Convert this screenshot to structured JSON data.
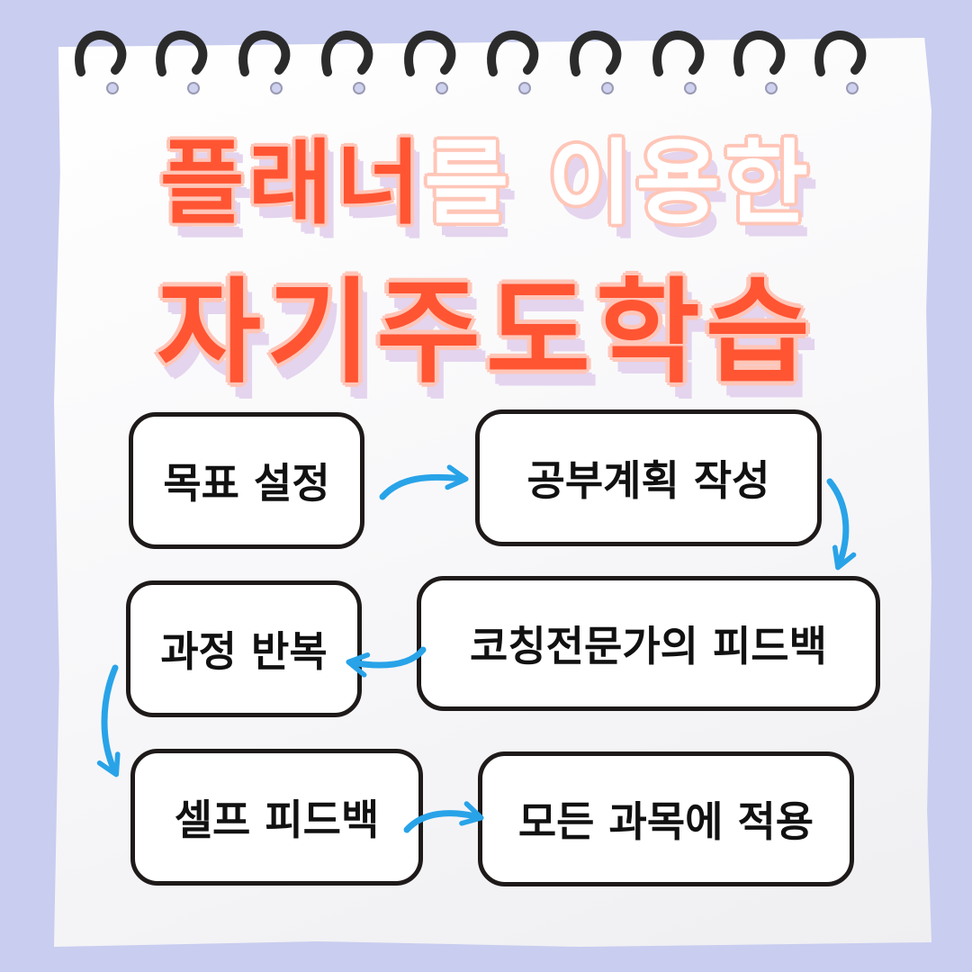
{
  "title": {
    "line1_part_a": "플래너",
    "line1_part_b": "를 이용한",
    "line2": "자기주도학습"
  },
  "steps": [
    {
      "label": "목표 설정"
    },
    {
      "label": "공부계획 작성"
    },
    {
      "label": "코칭전문가의 피드백"
    },
    {
      "label": "과정 반복"
    },
    {
      "label": "셀프 피드백"
    },
    {
      "label": "모든 과목에 적용"
    }
  ],
  "colors": {
    "background": "#c9cdef",
    "title_red": "#ff5533",
    "title_outline": "#ffc6b8",
    "arrow_blue": "#29a3e8",
    "box_border": "#1f1a1a"
  }
}
